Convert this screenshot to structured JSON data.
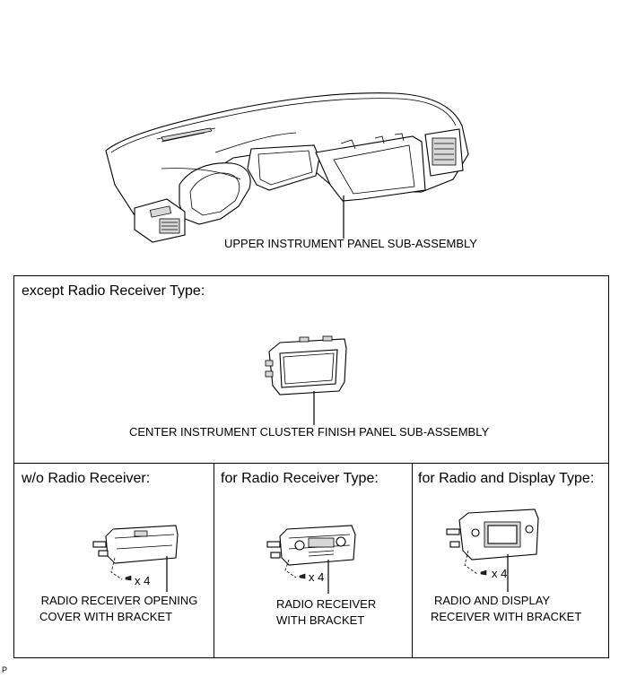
{
  "upper_panel": {
    "label": "UPPER INSTRUMENT PANEL SUB-ASSEMBLY"
  },
  "except_section": {
    "heading": "except Radio Receiver Type:",
    "part_label": "CENTER INSTRUMENT CLUSTER FINISH PANEL SUB-ASSEMBLY"
  },
  "wo_radio": {
    "heading": "w/o Radio Receiver:",
    "qty": "x 4",
    "label_line1": "RADIO RECEIVER OPENING",
    "label_line2": "COVER WITH BRACKET"
  },
  "radio_type": {
    "heading": "for Radio Receiver Type:",
    "qty": "x 4",
    "label_line1": "RADIO RECEIVER",
    "label_line2": "WITH BRACKET"
  },
  "radio_display": {
    "heading": "for Radio and Display Type:",
    "qty": "x 4",
    "label_line1": "RADIO AND DISPLAY",
    "label_line2": "RECEIVER WITH BRACKET"
  },
  "footer_code": "P"
}
